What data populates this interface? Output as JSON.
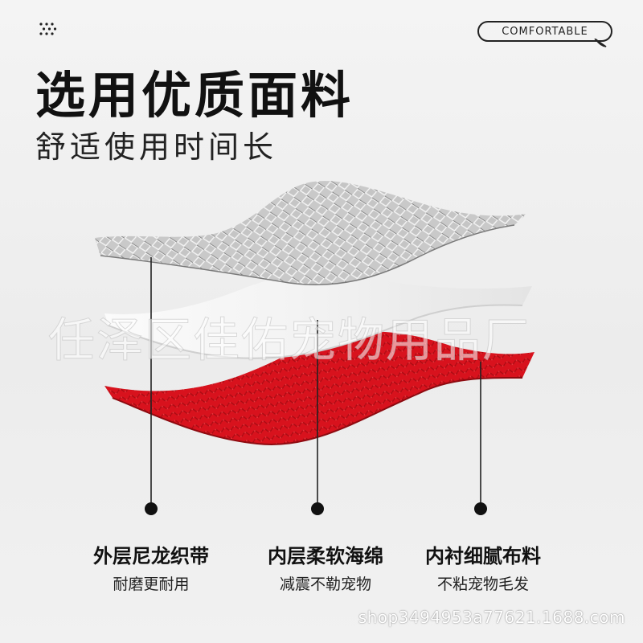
{
  "header": {
    "badge_label": "COMFORTABLE",
    "title": "选用优质面料",
    "subtitle": "舒适使用时间长"
  },
  "watermark": "任泽区佳佑宠物用品厂",
  "layers": [
    {
      "name": "outer-nylon",
      "color": "#9a9a9a"
    },
    {
      "name": "foam",
      "color": "#f7f7f7"
    },
    {
      "name": "lining",
      "color": "#d8121d"
    }
  ],
  "callouts": [
    {
      "title": "外层尼龙织带",
      "subtitle": "耐磨更耐用"
    },
    {
      "title": "内层柔软海绵",
      "subtitle": "减震不勒宠物"
    },
    {
      "title": "内衬细腻布料",
      "subtitle": "不粘宠物毛发"
    }
  ],
  "footer": "shop3494953a77621.1688.com",
  "colors": {
    "accent_red": "#d8121d",
    "text_dark": "#111111",
    "background": "#efefef"
  }
}
